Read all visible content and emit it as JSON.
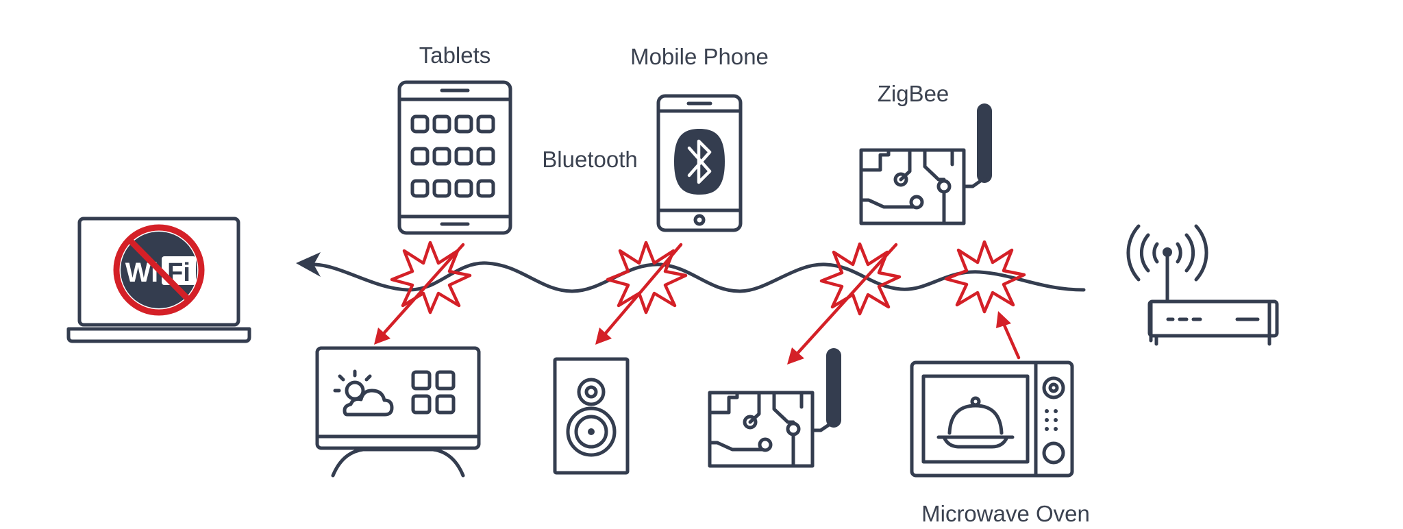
{
  "labels": {
    "tablets": "Tablets",
    "mobile_phone": "Mobile Phone",
    "zigbee": "ZigBee",
    "bluetooth": "Bluetooth",
    "microwave_oven": "Microwave Oven",
    "wifi_left": "Wi",
    "wifi_right": "Fi"
  },
  "colors": {
    "device_stroke": "#343d4f",
    "interference_red": "#d42027",
    "label_text": "#3b4250",
    "background": "#ffffff"
  },
  "icons": [
    "laptop-no-wifi-icon",
    "tablet-icon",
    "mobile-phone-bluetooth-icon",
    "zigbee-module-icon",
    "wifi-router-icon",
    "smart-tv-icon",
    "speaker-icon",
    "zigbee-module-icon",
    "microwave-oven-icon",
    "interference-burst-icon",
    "wifi-signal-wave"
  ]
}
